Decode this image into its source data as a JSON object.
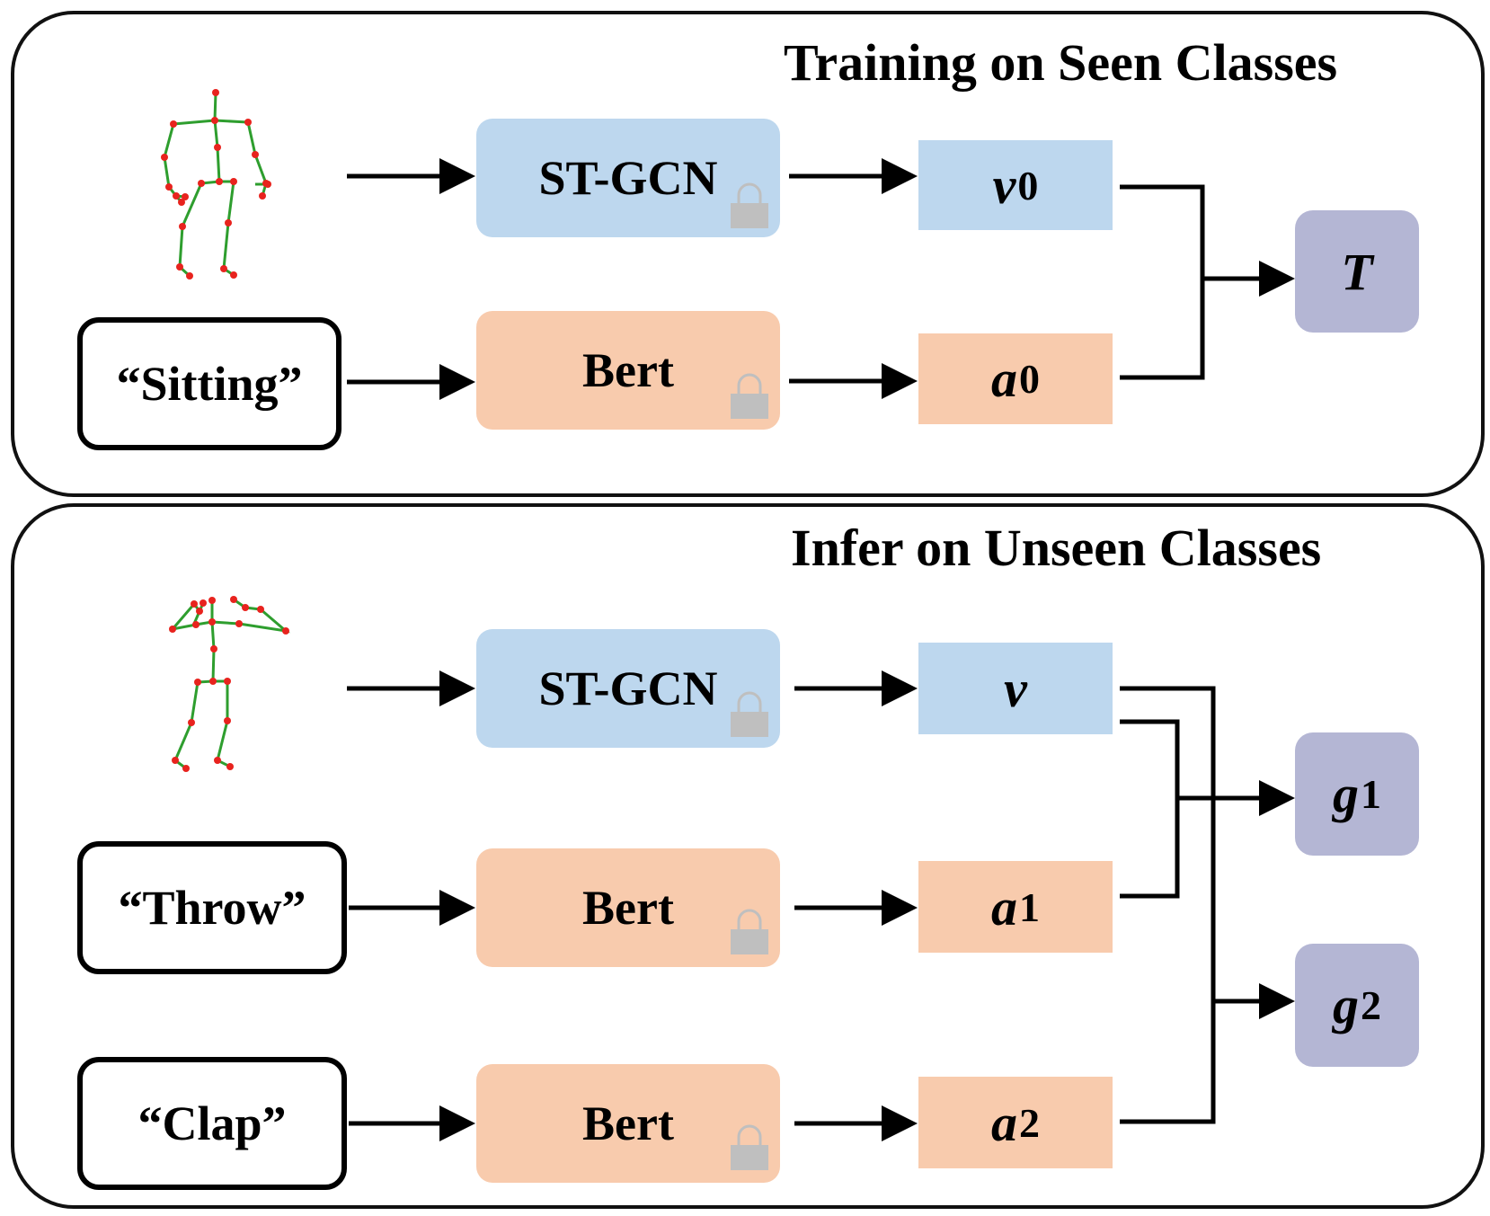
{
  "top_panel": {
    "title": "Training on Seen Classes",
    "encoder_skeleton": "ST-GCN",
    "encoder_text": "Bert",
    "text_input": "“Sitting”",
    "visual_feature": {
      "symbol": "v",
      "subscript": "0"
    },
    "attr_feature": {
      "symbol": "a",
      "subscript": "0"
    },
    "output": {
      "symbol": "T",
      "subscript": ""
    }
  },
  "bottom_panel": {
    "title": "Infer on Unseen Classes",
    "encoder_skeleton": "ST-GCN",
    "encoder_text_1": "Bert",
    "encoder_text_2": "Bert",
    "text_input_1": "“Throw”",
    "text_input_2": "“Clap”",
    "visual_feature": {
      "symbol": "v",
      "subscript": ""
    },
    "attr_feature_1": {
      "symbol": "a",
      "subscript": "1"
    },
    "attr_feature_2": {
      "symbol": "a",
      "subscript": "2"
    },
    "output_1": {
      "symbol": "g",
      "subscript": "1"
    },
    "output_2": {
      "symbol": "g",
      "subscript": "2"
    }
  },
  "colors": {
    "skeleton_encoder": "#bdd7ee",
    "text_encoder": "#f8cbad",
    "output": "#b4b6d4",
    "lock": "#bfbfbf",
    "skeleton_bone": "#2e9e2e",
    "skeleton_joint": "#e8231e"
  },
  "icons": {
    "frozen": "lock-icon",
    "pose": "skeleton-figure"
  }
}
